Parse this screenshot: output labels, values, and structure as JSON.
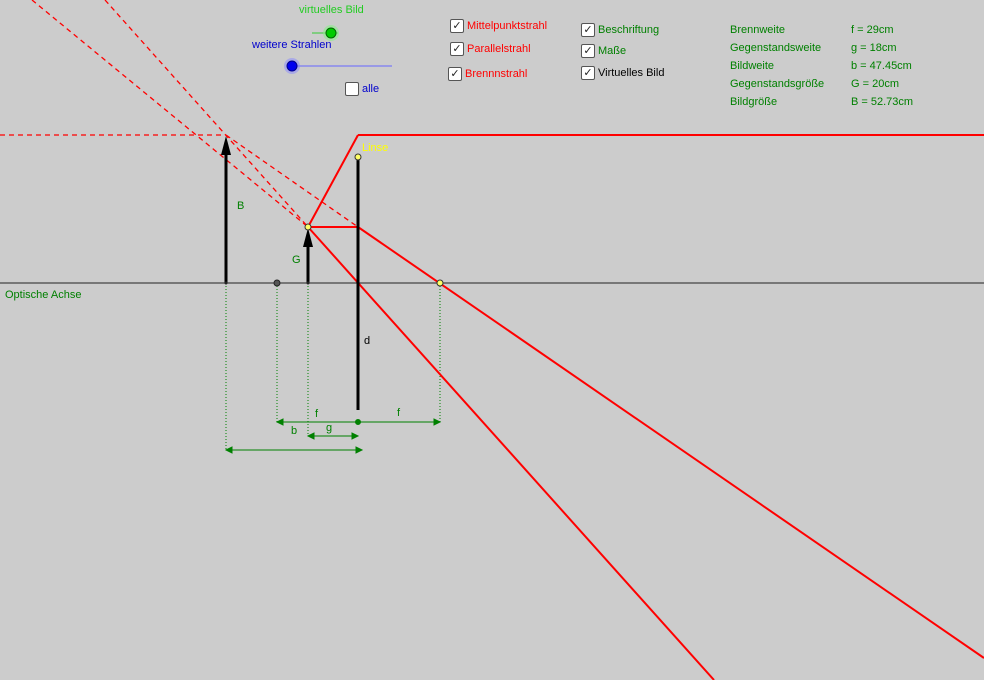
{
  "colors": {
    "background": "#cccccc",
    "ray": "#ff0000",
    "green": "#008000",
    "blue": "#0000cc",
    "yellow": "#ffff00"
  },
  "sliders": {
    "virtual_label": "virtuelles Bild",
    "rays_label": "weitere Strahlen"
  },
  "alle_label": "alle",
  "checkboxes": [
    {
      "label": "Mittelpunktstrahl",
      "checked": true,
      "color": "#ff0000"
    },
    {
      "label": "Parallelstrahl",
      "checked": true,
      "color": "#ff0000"
    },
    {
      "label": "Brennnstrahl",
      "checked": true,
      "color": "#ff0000"
    },
    {
      "label": "Beschriftung",
      "checked": true,
      "color": "#008000"
    },
    {
      "label": "Maße",
      "checked": true,
      "color": "#008000"
    },
    {
      "label": "Virtuelles Bild",
      "checked": true,
      "color": "#000000"
    }
  ],
  "info": [
    {
      "label": "Brennweite",
      "value": "f = 29cm"
    },
    {
      "label": "Gegenstandsweite",
      "value": "g = 18cm"
    },
    {
      "label": "Bildweite",
      "value": "b = 47.45cm"
    },
    {
      "label": "Gegenstandsgröße",
      "value": "G = 20cm"
    },
    {
      "label": "Bildgröße",
      "value": "B = 52.73cm"
    }
  ],
  "diagram": {
    "axis_label": "Optische Achse",
    "lens_label": "Linse",
    "object_label": "G",
    "image_label": "B",
    "d_label": "d",
    "f_label_left": "f",
    "f_label_right": "f",
    "g_label": "g",
    "b_label": "b"
  }
}
